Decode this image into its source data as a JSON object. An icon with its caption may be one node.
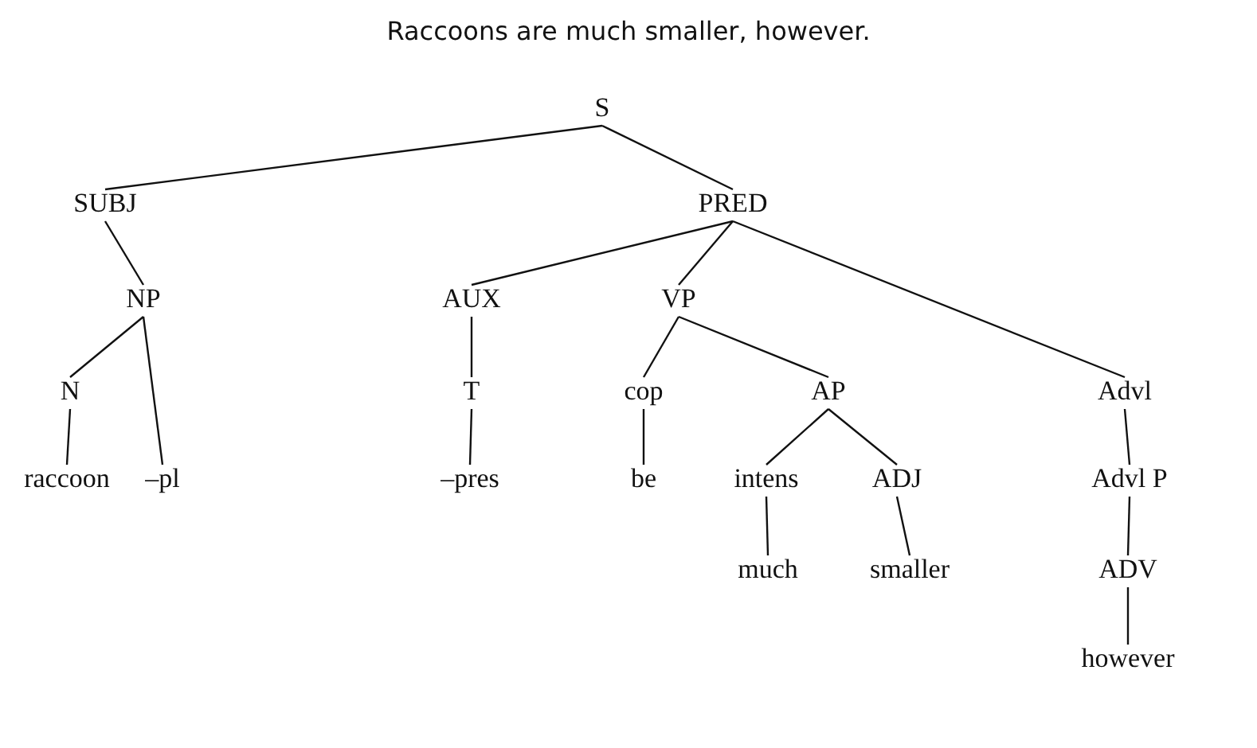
{
  "diagram": {
    "title": "Raccoons are much smaller, however.",
    "nodes": [
      {
        "text": [
          "S"
        ]
      },
      {
        "text": [
          "SUBJ"
        ]
      },
      {
        "text": [
          "PRED"
        ]
      },
      {
        "text": [
          "NP"
        ]
      },
      {
        "text": [
          "AUX"
        ]
      },
      {
        "text": [
          "VP"
        ]
      },
      {
        "text": [
          "N"
        ]
      },
      {
        "text": [
          "T"
        ]
      },
      {
        "text": [
          "cop"
        ]
      },
      {
        "text": [
          "AP"
        ]
      },
      {
        "text": [
          "Advl"
        ]
      },
      {
        "text": [
          "raccoon"
        ]
      },
      {
        "text": [
          "–pl"
        ]
      },
      {
        "text": [
          "–pres"
        ]
      },
      {
        "text": [
          "be"
        ]
      },
      {
        "text": [
          "intens"
        ]
      },
      {
        "text": [
          "ADJ"
        ]
      },
      {
        "text": [
          "Advl P"
        ]
      },
      {
        "text": [
          "much"
        ]
      },
      {
        "text": [
          "smaller"
        ]
      },
      {
        "text": [
          "ADV"
        ]
      },
      {
        "text": [
          "however"
        ]
      }
    ],
    "edges": [
      {
        "from": 0,
        "to": 1,
        "arrow": "none"
      },
      {
        "from": 0,
        "to": 2,
        "arrow": "none"
      },
      {
        "from": 1,
        "to": 3,
        "arrow": "none"
      },
      {
        "from": 3,
        "to": 6,
        "arrow": "none"
      },
      {
        "from": 3,
        "to": 12,
        "arrow": "none"
      },
      {
        "from": 6,
        "to": 11,
        "arrow": "none"
      },
      {
        "from": 2,
        "to": 4,
        "arrow": "none"
      },
      {
        "from": 2,
        "to": 5,
        "arrow": "none"
      },
      {
        "from": 2,
        "to": 10,
        "arrow": "none"
      },
      {
        "from": 4,
        "to": 7,
        "arrow": "none"
      },
      {
        "from": 7,
        "to": 13,
        "arrow": "none"
      },
      {
        "from": 5,
        "to": 8,
        "arrow": "none"
      },
      {
        "from": 5,
        "to": 9,
        "arrow": "none"
      },
      {
        "from": 8,
        "to": 14,
        "arrow": "none"
      },
      {
        "from": 9,
        "to": 15,
        "arrow": "none"
      },
      {
        "from": 9,
        "to": 16,
        "arrow": "none"
      },
      {
        "from": 15,
        "to": 18,
        "arrow": "none"
      },
      {
        "from": 16,
        "to": 19,
        "arrow": "none"
      },
      {
        "from": 10,
        "to": 17,
        "arrow": "none"
      },
      {
        "from": 17,
        "to": 20,
        "arrow": "none"
      },
      {
        "from": 20,
        "to": 21,
        "arrow": "none"
      }
    ]
  }
}
